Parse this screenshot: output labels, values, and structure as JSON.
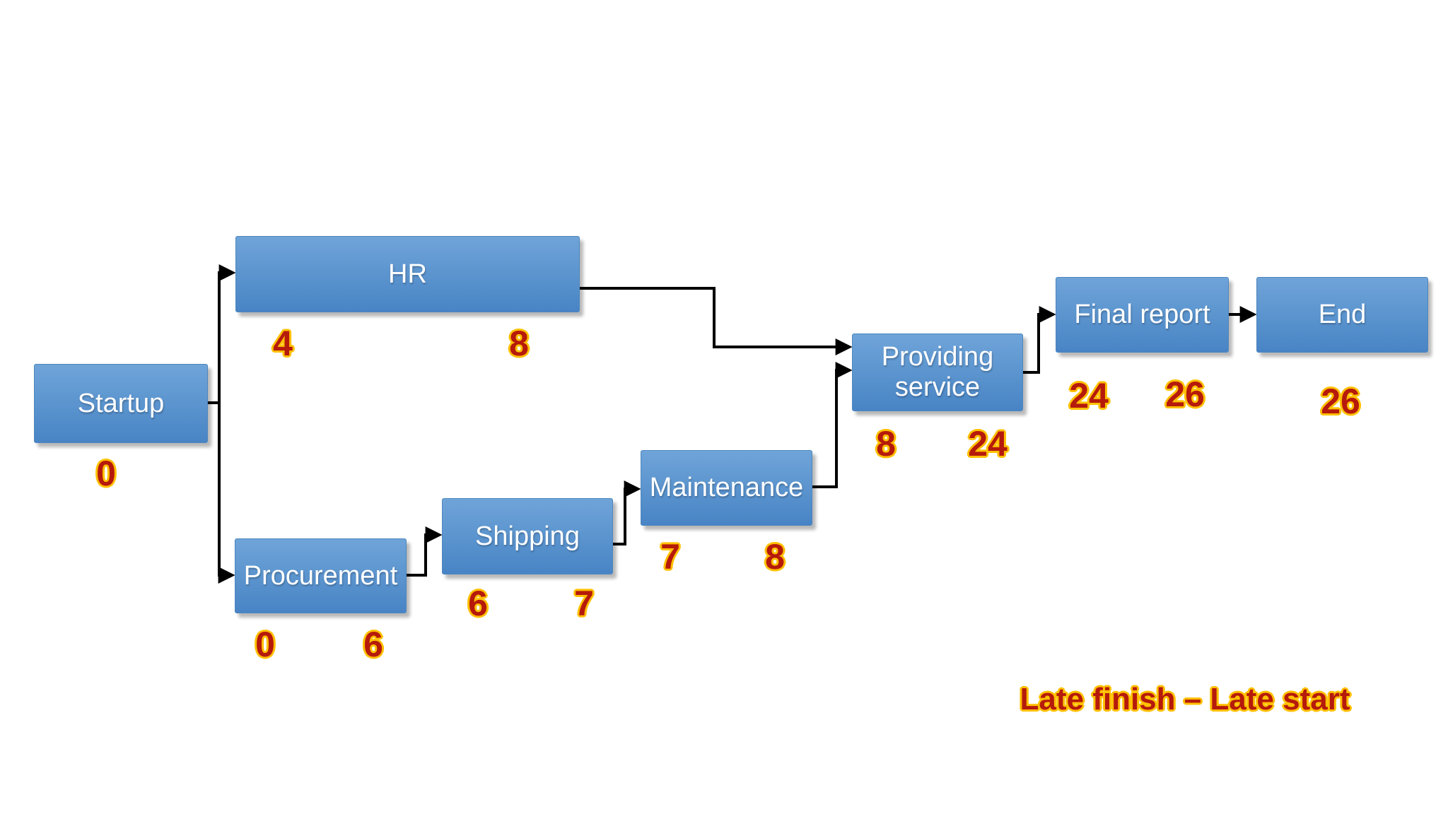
{
  "diagram": {
    "caption": "Late finish – Late start",
    "colors": {
      "node_fill_top": "#6FA4D9",
      "node_fill_bottom": "#4884C5",
      "node_text": "#FFFFFF",
      "value_text": "#B51A0B",
      "value_outline": "#FFC000",
      "connector": "#000000"
    },
    "nodes": [
      {
        "id": "startup",
        "label": "Startup",
        "values": [
          "0"
        ]
      },
      {
        "id": "hr",
        "label": "HR",
        "values": [
          "4",
          "8"
        ]
      },
      {
        "id": "procurement",
        "label": "Procurement",
        "values": [
          "0",
          "6"
        ]
      },
      {
        "id": "shipping",
        "label": "Shipping",
        "values": [
          "6",
          "7"
        ]
      },
      {
        "id": "maintenance",
        "label": "Maintenance",
        "values": [
          "7",
          "8"
        ]
      },
      {
        "id": "providing-service",
        "label": "Providing service",
        "values": [
          "8",
          "24"
        ]
      },
      {
        "id": "final-report",
        "label": "Final report",
        "values": [
          "24",
          "26"
        ]
      },
      {
        "id": "end",
        "label": "End",
        "values": [
          "26"
        ]
      }
    ],
    "edges": [
      {
        "from": "Startup",
        "to": "HR"
      },
      {
        "from": "Startup",
        "to": "Procurement"
      },
      {
        "from": "HR",
        "to": "Providing service"
      },
      {
        "from": "Procurement",
        "to": "Shipping"
      },
      {
        "from": "Shipping",
        "to": "Maintenance"
      },
      {
        "from": "Maintenance",
        "to": "Providing service"
      },
      {
        "from": "Providing service",
        "to": "Final report"
      },
      {
        "from": "Final report",
        "to": "End"
      }
    ]
  }
}
